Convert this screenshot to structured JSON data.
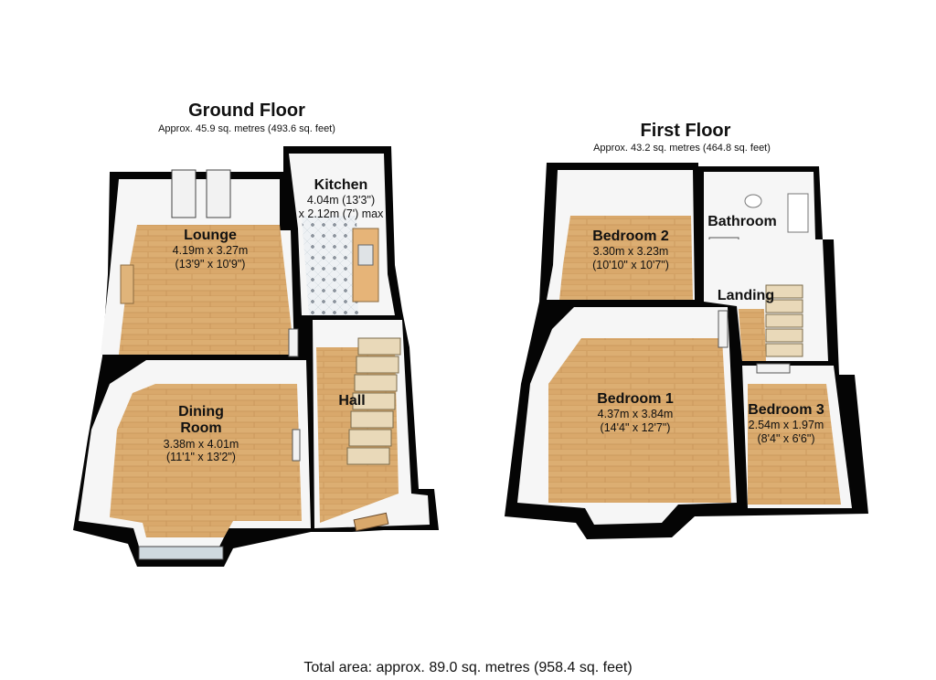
{
  "ground_floor": {
    "title": "Ground Floor",
    "area": "Approx. 45.9 sq. metres (493.6 sq. feet)",
    "rooms": {
      "lounge": {
        "name": "Lounge",
        "dim_m": "4.19m x 3.27m",
        "dim_ft": "(13'9\" x 10'9\")"
      },
      "kitchen": {
        "name": "Kitchen",
        "dim_m": "4.04m (13'3\")",
        "dim_ft": "x 2.12m (7') max"
      },
      "dining": {
        "name_1": "Dining",
        "name_2": "Room",
        "dim_m": "3.38m x 4.01m",
        "dim_ft": "(11'1\" x 13'2\")"
      },
      "hall": {
        "name": "Hall"
      }
    }
  },
  "first_floor": {
    "title": "First Floor",
    "area": "Approx. 43.2 sq. metres (464.8 sq. feet)",
    "rooms": {
      "bedroom2": {
        "name": "Bedroom 2",
        "dim_m": "3.30m x 3.23m",
        "dim_ft": "(10'10\" x 10'7\")"
      },
      "bathroom": {
        "name": "Bathroom"
      },
      "landing": {
        "name": "Landing"
      },
      "bedroom1": {
        "name": "Bedroom 1",
        "dim_m": "4.37m x 3.84m",
        "dim_ft": "(14'4\" x 12'7\")"
      },
      "bedroom3": {
        "name": "Bedroom 3",
        "dim_m": "2.54m x 1.97m",
        "dim_ft": "(8'4\" x 6'6\")"
      }
    }
  },
  "total_area": "Total area: approx. 89.0 sq. metres (958.4 sq. feet)",
  "colors": {
    "wall": "#050505",
    "wall_inner": "#f6f6f6",
    "floor_wood": "#d9a86b",
    "floor_tile": "#eef1f4",
    "door": "#f2f2f2"
  }
}
